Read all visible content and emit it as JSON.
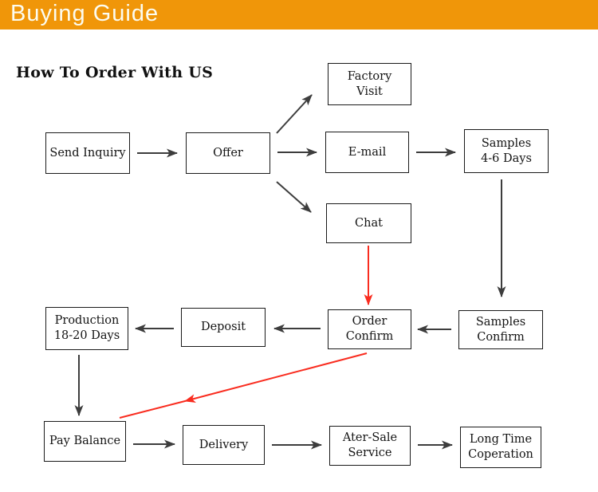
{
  "header": {
    "title": "Buying Guide",
    "bg_color": "#F09609",
    "text_color": "#FCFCF0"
  },
  "heading": "How To Order With US",
  "flow": {
    "nodes": {
      "send_inquiry": "Send Inquiry",
      "offer": "Offer",
      "factory_visit": "Factory\nVisit",
      "email": "E-mail",
      "chat": "Chat",
      "samples_days": "Samples\n4-6 Days",
      "production": "Production\n18-20 Days",
      "deposit": "Deposit",
      "order_confirm": "Order\nConfirm",
      "samples_confirm": "Samples\nConfirm",
      "pay_balance": "Pay Balance",
      "delivery": "Delivery",
      "after_sale": "Ater-Sale\nService",
      "long_time": "Long Time\nCoperation"
    },
    "colors": {
      "arrow_gray": "#3D3D3D",
      "arrow_red": "#F92C1F",
      "box_border": "#1a1a1a"
    }
  }
}
